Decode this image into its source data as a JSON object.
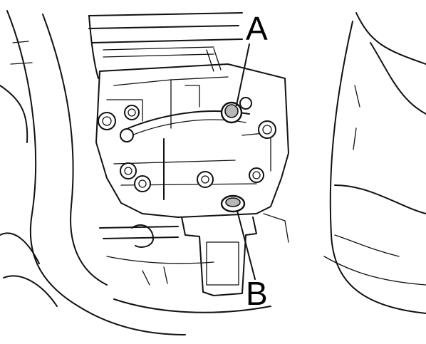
{
  "diagram": {
    "callouts": [
      {
        "id": "A",
        "label": "A"
      },
      {
        "id": "B",
        "label": "B"
      }
    ]
  },
  "colors": {
    "line": "#111111",
    "background": "#ffffff",
    "highlight_fill": "#b8b8b8"
  }
}
